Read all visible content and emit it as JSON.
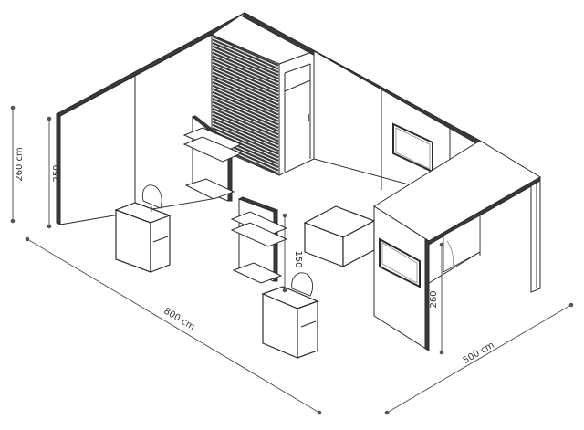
{
  "drawing": {
    "subject": "exhibition-booth-isometric",
    "colors": {
      "line": "#2b2b2b",
      "wall_face": "#ffffff",
      "wall_edge": "#3a3a3a",
      "slat_dark": "#3c3c3c",
      "dim_line": "#555555",
      "text": "#333333"
    },
    "dimensions": {
      "height_outer": "260 cm",
      "height_wall": "250",
      "length": "800 cm",
      "depth": "500 cm",
      "height_storage": "260",
      "height_shelf": "150"
    }
  }
}
